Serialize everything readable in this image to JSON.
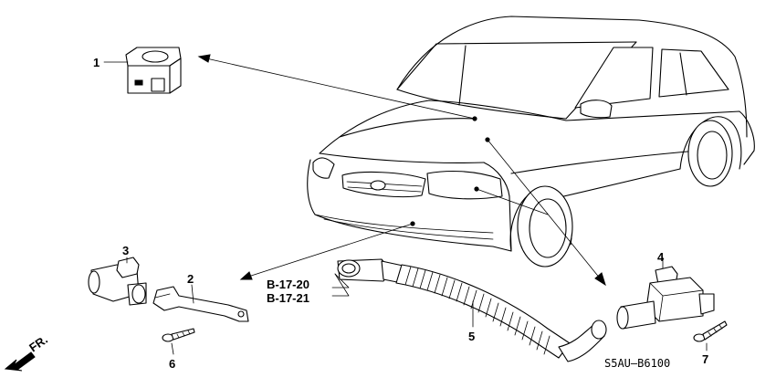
{
  "callouts": [
    {
      "id": "1",
      "text": "1"
    },
    {
      "id": "2",
      "text": "2"
    },
    {
      "id": "3",
      "text": "3"
    },
    {
      "id": "4",
      "text": "4"
    },
    {
      "id": "5",
      "text": "5"
    },
    {
      "id": "6",
      "text": "6"
    },
    {
      "id": "7",
      "text": "7"
    }
  ],
  "references": [
    "B-17-20",
    "B-17-21"
  ],
  "front_indicator": "FR.",
  "diagram_code": "S5AU–B6100"
}
